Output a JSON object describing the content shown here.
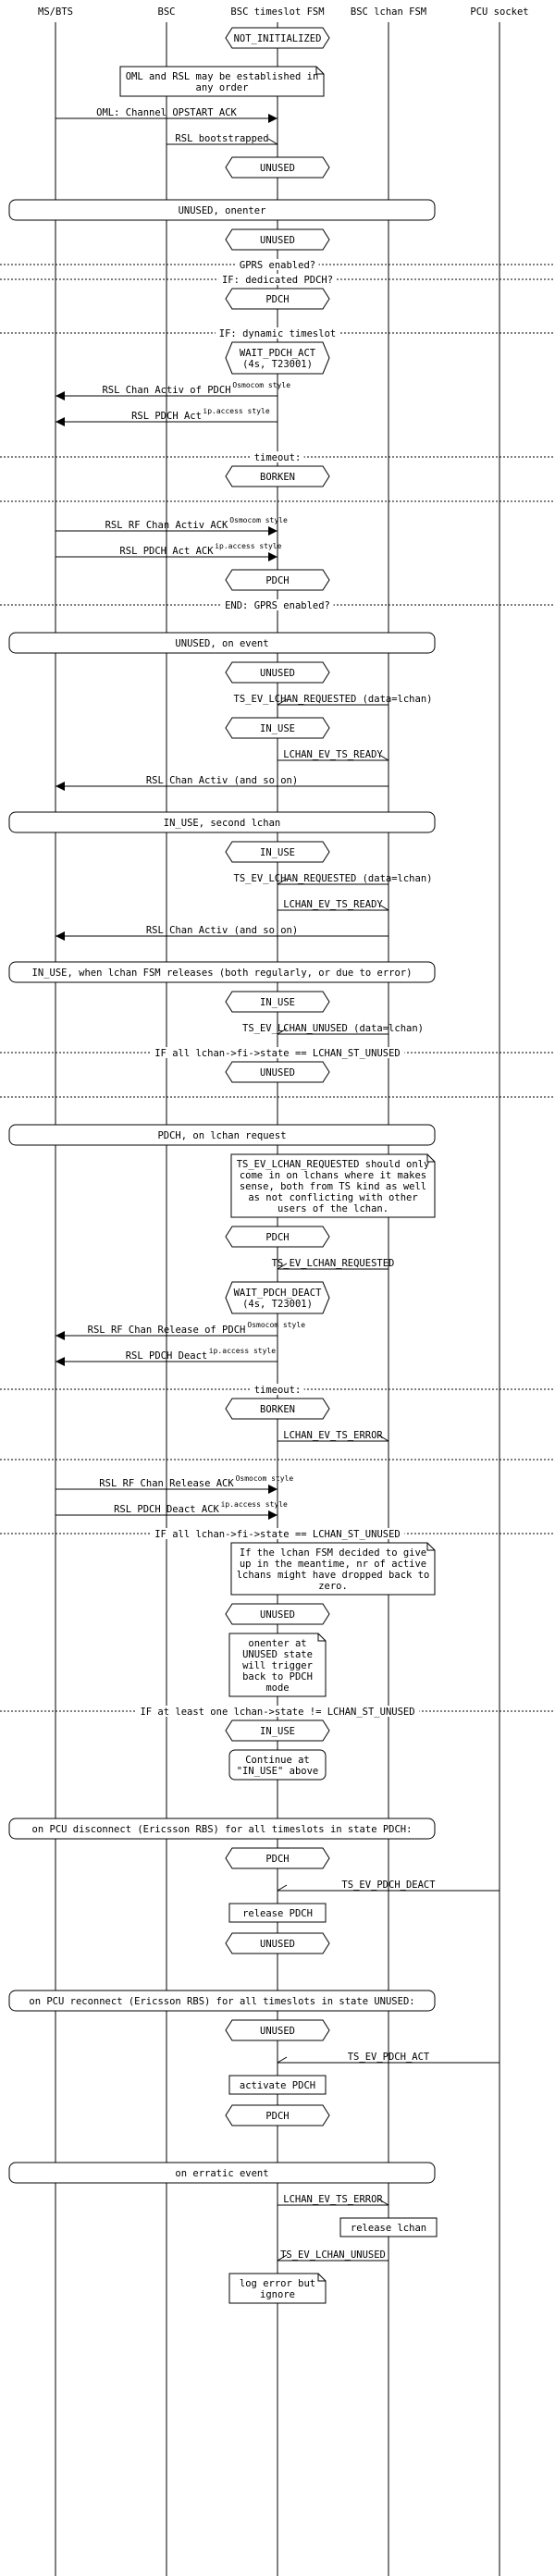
{
  "participants": [
    "MS/BTS",
    "BSC",
    "BSC timeslot FSM",
    "BSC lchan FSM",
    "PCU socket"
  ],
  "items": [
    {
      "t": "state",
      "p": 2,
      "text": [
        "NOT_INITIALIZED"
      ]
    },
    {
      "t": "gap",
      "h": 10
    },
    {
      "t": "note",
      "p1": 1,
      "p2": 2,
      "text": [
        "OML and RSL may be established in",
        "any order"
      ]
    },
    {
      "t": "arrow",
      "from": 0,
      "to": 2,
      "label": "OML: Channel OPSTART ACK"
    },
    {
      "t": "arrow",
      "from": 1,
      "to": 2,
      "label": "RSL bootstrapped",
      "open": true
    },
    {
      "t": "state",
      "p": 2,
      "text": [
        "UNUSED"
      ]
    },
    {
      "t": "gap",
      "h": 14
    },
    {
      "t": "box",
      "text": "UNUSED, onenter"
    },
    {
      "t": "state",
      "p": 2,
      "text": [
        "UNUSED"
      ]
    },
    {
      "t": "sep",
      "text": "GPRS enabled?"
    },
    {
      "t": "sep",
      "text": "IF: dedicated PDCH?"
    },
    {
      "t": "state",
      "p": 2,
      "text": [
        "PDCH"
      ]
    },
    {
      "t": "gap",
      "h": 10
    },
    {
      "t": "sep",
      "text": "IF: dynamic timeslot"
    },
    {
      "t": "state",
      "p": 2,
      "text": [
        "WAIT_PDCH_ACT",
        "(4s, T23001)"
      ]
    },
    {
      "t": "arrow",
      "from": 2,
      "to": 0,
      "label": "RSL Chan Activ of PDCH",
      "sup": "Osmocom style"
    },
    {
      "t": "arrow",
      "from": 2,
      "to": 0,
      "label": "RSL PDCH Act",
      "sup": "ip.access style"
    },
    {
      "t": "gap",
      "h": 18
    },
    {
      "t": "sep",
      "text": "timeout:"
    },
    {
      "t": "state",
      "p": 2,
      "text": [
        "BORKEN"
      ]
    },
    {
      "t": "sep",
      "text": ""
    },
    {
      "t": "gap",
      "h": 8
    },
    {
      "t": "arrow",
      "from": 0,
      "to": 2,
      "label": "RSL RF Chan Activ ACK",
      "sup": "Osmocom style"
    },
    {
      "t": "arrow",
      "from": 0,
      "to": 2,
      "label": "RSL PDCH Act ACK",
      "sup": "ip.access style"
    },
    {
      "t": "state",
      "p": 2,
      "text": [
        "PDCH"
      ]
    },
    {
      "t": "sep",
      "text": "END: GPRS enabled?"
    },
    {
      "t": "gap",
      "h": 20
    },
    {
      "t": "box",
      "text": "UNUSED, on event"
    },
    {
      "t": "state",
      "p": 2,
      "text": [
        "UNUSED"
      ]
    },
    {
      "t": "arrow",
      "from": 3,
      "to": 2,
      "label": "TS_EV_LCHAN_REQUESTED (data=lchan)",
      "open": true
    },
    {
      "t": "state",
      "p": 2,
      "text": [
        "IN_USE"
      ]
    },
    {
      "t": "arrow",
      "from": 2,
      "to": 3,
      "label": "LCHAN_EV_TS_READY",
      "open": true
    },
    {
      "t": "arrow",
      "from": 3,
      "to": 0,
      "label": "RSL Chan Activ (and so on)"
    },
    {
      "t": "gap",
      "h": 14
    },
    {
      "t": "box",
      "text": "IN_USE, second lchan"
    },
    {
      "t": "state",
      "p": 2,
      "text": [
        "IN_USE"
      ]
    },
    {
      "t": "arrow",
      "from": 3,
      "to": 2,
      "label": "TS_EV_LCHAN_REQUESTED (data=lchan)",
      "open": true
    },
    {
      "t": "arrow",
      "from": 2,
      "to": 3,
      "label": "LCHAN_EV_TS_READY",
      "open": true
    },
    {
      "t": "arrow",
      "from": 3,
      "to": 0,
      "label": "RSL Chan Activ (and so on)"
    },
    {
      "t": "gap",
      "h": 14
    },
    {
      "t": "box",
      "text": "IN_USE, when lchan FSM releases (both regularly, or due to error)"
    },
    {
      "t": "state",
      "p": 2,
      "text": [
        "IN_USE"
      ]
    },
    {
      "t": "arrow",
      "from": 3,
      "to": 2,
      "label": "TS_EV_LCHAN_UNUSED (data=lchan)",
      "open": true
    },
    {
      "t": "sep",
      "text": "IF all lchan->fi->state == LCHAN_ST_UNUSED"
    },
    {
      "t": "state",
      "p": 2,
      "text": [
        "UNUSED"
      ]
    },
    {
      "t": "sep",
      "text": ""
    },
    {
      "t": "gap",
      "h": 20
    },
    {
      "t": "box",
      "text": "PDCH, on lchan request"
    },
    {
      "t": "note",
      "p1": 2,
      "p2": 3,
      "text": [
        "TS_EV_LCHAN_REQUESTED should only",
        "come in on lchans where it makes",
        "sense, both from TS kind as well",
        "as not conflicting with other",
        "users of the lchan."
      ]
    },
    {
      "t": "state",
      "p": 2,
      "text": [
        "PDCH"
      ]
    },
    {
      "t": "arrow",
      "from": 3,
      "to": 2,
      "label": "TS_EV_LCHAN_REQUESTED",
      "open": true
    },
    {
      "t": "state",
      "p": 2,
      "text": [
        "WAIT_PDCH_DEACT",
        "(4s, T23001)"
      ]
    },
    {
      "t": "arrow",
      "from": 2,
      "to": 0,
      "label": "RSL RF Chan Release of PDCH",
      "sup": "Osmocom style"
    },
    {
      "t": "arrow",
      "from": 2,
      "to": 0,
      "label": "RSL PDCH Deact",
      "sup": "ip.access style"
    },
    {
      "t": "gap",
      "h": 10
    },
    {
      "t": "sep",
      "text": "timeout:"
    },
    {
      "t": "state",
      "p": 2,
      "text": [
        "BORKEN"
      ]
    },
    {
      "t": "arrow",
      "from": 2,
      "to": 3,
      "label": "LCHAN_EV_TS_ERROR",
      "open": true
    },
    {
      "t": "sep",
      "text": ""
    },
    {
      "t": "gap",
      "h": 8
    },
    {
      "t": "arrow",
      "from": 0,
      "to": 2,
      "label": "RSL RF Chan Release ACK",
      "sup": "Osmocom style"
    },
    {
      "t": "arrow",
      "from": 0,
      "to": 2,
      "label": "RSL PDCH Deact ACK",
      "sup": "ip.access style"
    },
    {
      "t": "sep",
      "text": "IF all lchan->fi->state == LCHAN_ST_UNUSED"
    },
    {
      "t": "note",
      "p1": 2,
      "p2": 3,
      "text": [
        "If the lchan FSM decided to give",
        "up in the meantime, nr of active",
        "lchans might have dropped back to",
        "zero."
      ]
    },
    {
      "t": "state",
      "p": 2,
      "text": [
        "UNUSED"
      ]
    },
    {
      "t": "note",
      "p1": 2,
      "p2": 2,
      "text": [
        "onenter at",
        "UNUSED state",
        "will trigger",
        "back to PDCH",
        "mode"
      ]
    },
    {
      "t": "sep",
      "text": "IF at least one lchan->state != LCHAN_ST_UNUSED"
    },
    {
      "t": "state",
      "p": 2,
      "text": [
        "IN_USE"
      ]
    },
    {
      "t": "rbox",
      "p": 2,
      "text": [
        "Continue at",
        "\"IN_USE\" above"
      ]
    },
    {
      "t": "gap",
      "h": 30
    },
    {
      "t": "box",
      "text": "on PCU disconnect (Ericsson RBS) for all timeslots in state PDCH:"
    },
    {
      "t": "state",
      "p": 2,
      "text": [
        "PDCH"
      ]
    },
    {
      "t": "arrow",
      "from": 4,
      "to": 2,
      "label": "TS_EV_PDCH_DEACT",
      "open": true
    },
    {
      "t": "abox",
      "p": 2,
      "text": [
        "release PDCH"
      ]
    },
    {
      "t": "state",
      "p": 2,
      "text": [
        "UNUSED"
      ]
    },
    {
      "t": "gap",
      "h": 30
    },
    {
      "t": "box",
      "text": "on PCU reconnect (Ericsson RBS) for all timeslots in state UNUSED:"
    },
    {
      "t": "state",
      "p": 2,
      "text": [
        "UNUSED"
      ]
    },
    {
      "t": "arrow",
      "from": 4,
      "to": 2,
      "label": "TS_EV_PDCH_ACT",
      "open": true
    },
    {
      "t": "abox",
      "p": 2,
      "text": [
        "activate PDCH"
      ]
    },
    {
      "t": "state",
      "p": 2,
      "text": [
        "PDCH"
      ]
    },
    {
      "t": "gap",
      "h": 30
    },
    {
      "t": "box",
      "text": "on erratic event"
    },
    {
      "t": "arrow",
      "from": 2,
      "to": 3,
      "label": "LCHAN_EV_TS_ERROR",
      "open": true
    },
    {
      "t": "abox",
      "p": 3,
      "text": [
        "release lchan"
      ]
    },
    {
      "t": "arrow",
      "from": 3,
      "to": 2,
      "label": "TS_EV_LCHAN_UNUSED",
      "open": true
    },
    {
      "t": "note",
      "p1": 2,
      "p2": 2,
      "text": [
        "log error but",
        "ignore"
      ]
    }
  ]
}
